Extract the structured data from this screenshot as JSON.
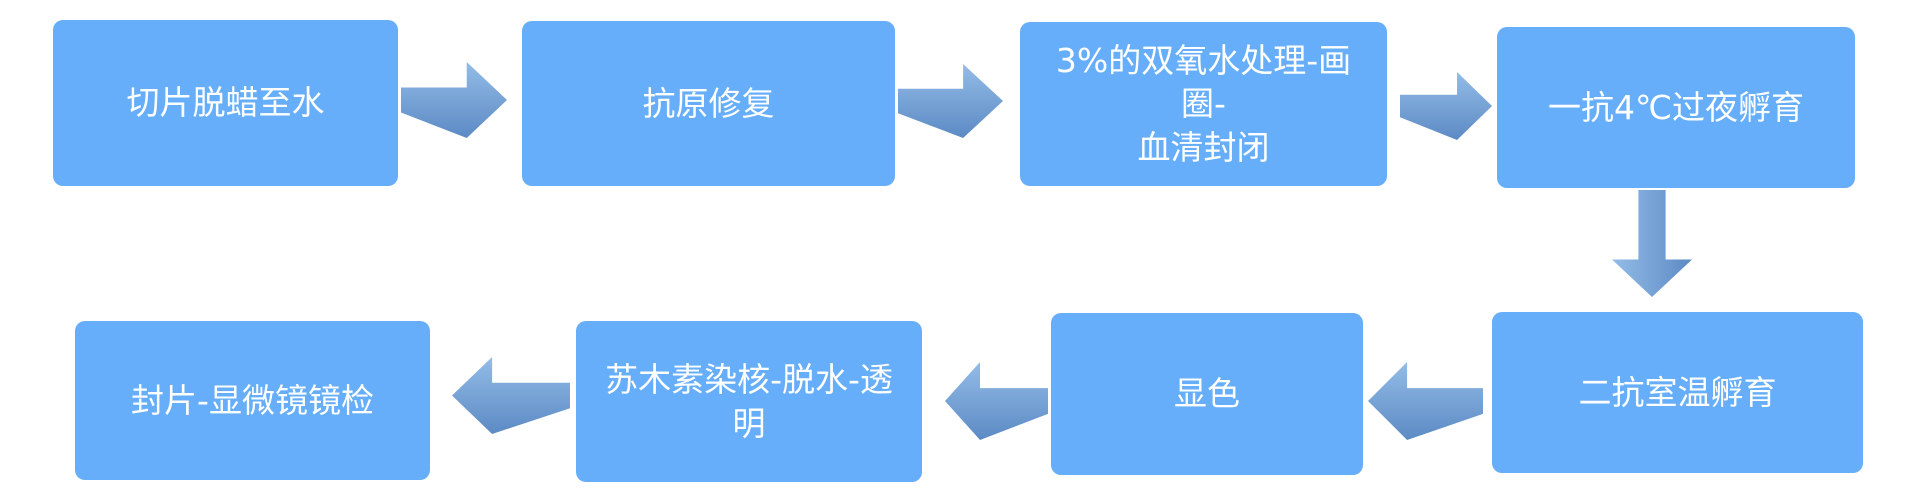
{
  "diagram": {
    "type": "flowchart",
    "colors": {
      "background": "#ffffff",
      "box_fill": "#66AEFA",
      "text": "#ffffff",
      "arrow_light": "#93BCE7",
      "arrow_dark": "#5C8AC4"
    },
    "steps": [
      {
        "label": "切片脱蜡至水"
      },
      {
        "label": "抗原修复"
      },
      {
        "label": "3%的双氧水处理-画圈-\n血清封闭"
      },
      {
        "label": "一抗4℃过夜孵育"
      },
      {
        "label": "二抗室温孵育"
      },
      {
        "label": "显色"
      },
      {
        "label": "苏木素染核-脱水-透\n明"
      },
      {
        "label": "封片-显微镜镜检"
      }
    ],
    "arrows": [
      {
        "from": 1,
        "to": 2,
        "direction": "right"
      },
      {
        "from": 2,
        "to": 3,
        "direction": "right"
      },
      {
        "from": 3,
        "to": 4,
        "direction": "right"
      },
      {
        "from": 4,
        "to": 5,
        "direction": "down"
      },
      {
        "from": 5,
        "to": 6,
        "direction": "left"
      },
      {
        "from": 6,
        "to": 7,
        "direction": "left"
      },
      {
        "from": 7,
        "to": 8,
        "direction": "left"
      }
    ]
  }
}
